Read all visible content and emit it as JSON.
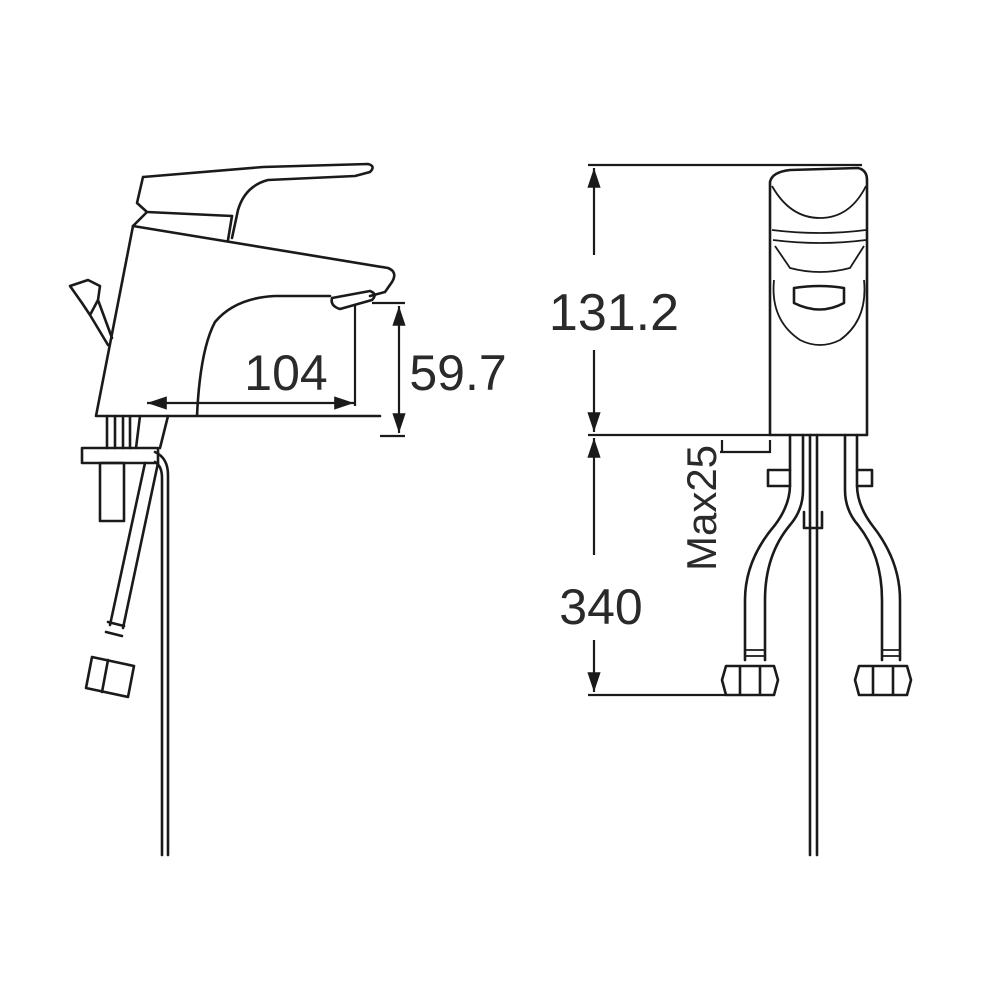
{
  "side_view": {
    "dimensions": {
      "spout_reach": "104",
      "spout_height": "59.7"
    }
  },
  "front_view": {
    "dimensions": {
      "total_height": "131.2",
      "hose_length": "340",
      "max_deck_thickness": "Max25"
    }
  },
  "colors": {
    "line": "#1a1a1a",
    "text": "#2a2a2a",
    "background": "#ffffff"
  }
}
